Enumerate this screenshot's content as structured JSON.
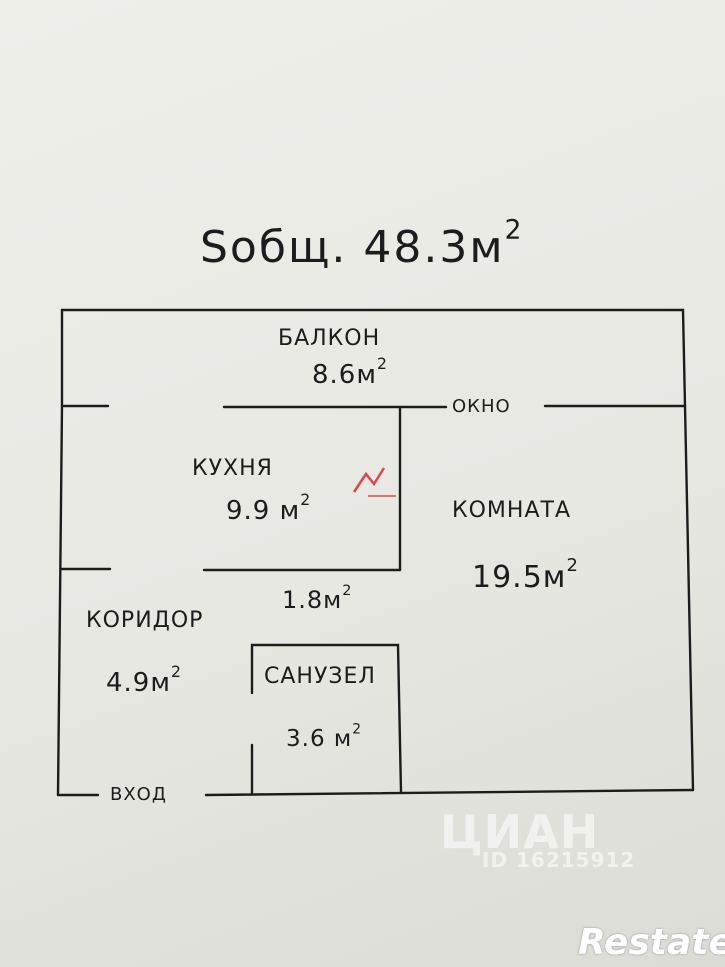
{
  "plan": {
    "total": {
      "prefix": "Sобщ. 48.3м",
      "sup": "2"
    },
    "rooms": {
      "balcony": {
        "name": "БАЛКОН",
        "area": "8.6м",
        "sup": "2"
      },
      "kitchen": {
        "name": "КУХНЯ",
        "area": "9.9 м",
        "sup": "2"
      },
      "room": {
        "name": "КОМНАТА",
        "area": "19.5м",
        "sup": "2"
      },
      "hall": {
        "area": "1.8м",
        "sup": "2"
      },
      "corridor": {
        "name": "КОРИДОР",
        "area": "4.9м",
        "sup": "2"
      },
      "bathroom": {
        "name": "САНУЗЕЛ",
        "area": "3.6 м",
        "sup": "2"
      }
    },
    "labels": {
      "window": "ОКНО",
      "entrance": "ВХОД"
    }
  },
  "watermarks": {
    "cian": "ЦИАН",
    "cian_id": "ID 16215912",
    "restate": "Restate"
  },
  "colors": {
    "ink": "#1c1c1c",
    "paper": "#e9e9e4",
    "watermark": "#ffffff",
    "logo": "#d44a4a"
  }
}
